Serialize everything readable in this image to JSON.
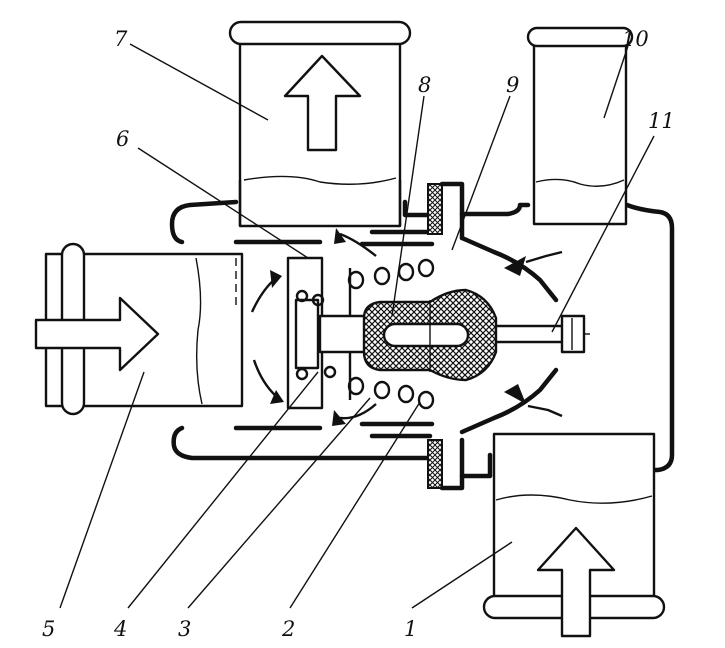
{
  "diagram": {
    "labels": {
      "l1": "1",
      "l2": "2",
      "l3": "3",
      "l4": "4",
      "l5": "5",
      "l6": "6",
      "l7": "7",
      "l8": "8",
      "l9": "9",
      "l10": "10",
      "l11": "11"
    },
    "colors": {
      "ink": "#111111",
      "paper": "#ffffff"
    }
  }
}
